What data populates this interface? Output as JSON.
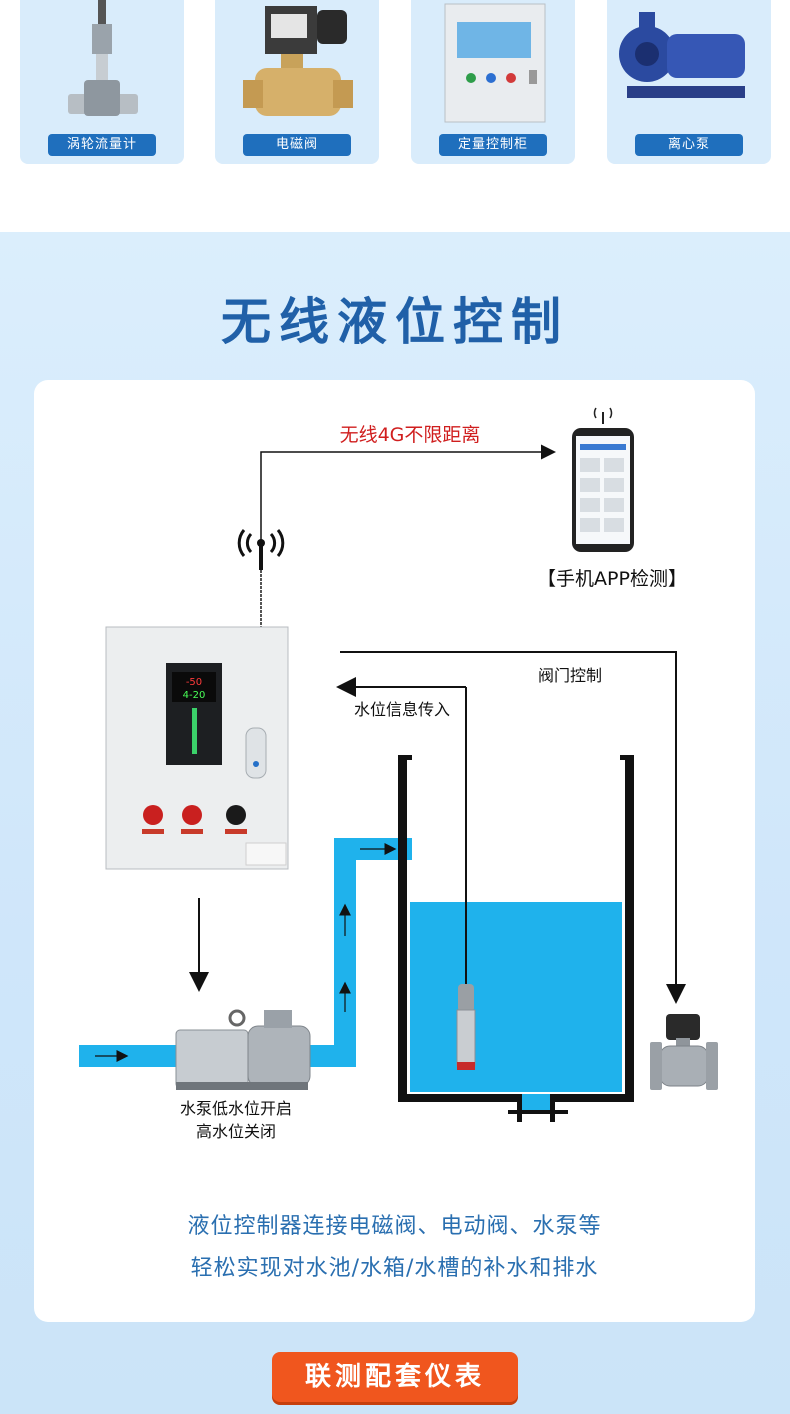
{
  "products": [
    {
      "label": "涡轮流量计",
      "icon": "turbine-flowmeter-icon"
    },
    {
      "label": "电磁阀",
      "icon": "solenoid-valve-icon"
    },
    {
      "label": "定量控制柜",
      "icon": "control-cabinet-icon"
    },
    {
      "label": "离心泵",
      "icon": "centrifugal-pump-icon"
    }
  ],
  "section": {
    "title": "无线液位控制"
  },
  "diagram": {
    "wireless_label": "无线4G不限距离",
    "app_label": "【手机APP检测】",
    "valve_control_label": "阀门控制",
    "level_signal_label": "水位信息传入",
    "pump_label_line1": "水泵低水位开启",
    "pump_label_line2": "高水位关闭",
    "controller_display_1": "-50",
    "controller_display_2": "4-20"
  },
  "description": {
    "line1": "液位控制器连接电磁阀、电动阀、水泵等",
    "line2": "轻松实现对水池/水箱/水槽的补水和排水"
  },
  "cta": {
    "label": "联测配套仪表"
  },
  "colors": {
    "title_blue": "#2060a8",
    "label_blue": "#1f6fbd",
    "water": "#1fb2ec",
    "wireless_red": "#d01e1e",
    "cta_orange": "#f0561e"
  }
}
